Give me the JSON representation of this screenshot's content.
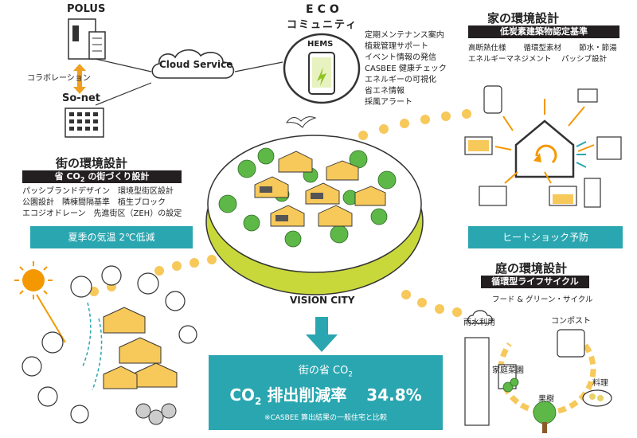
{
  "top": {
    "polus": "POLUS",
    "collab": "コラボレーション",
    "sonet": "So-net",
    "cloud": "Cloud Service",
    "eco_line1": "ECO",
    "eco_line2": "コミュニティ",
    "hems": "HEMS",
    "hems_features": [
      "定期メンテナンス案内",
      "植栽管理サポート",
      "イベント情報の発信",
      "CASBEE 健康チェック",
      "エネルギーの可視化",
      "省エネ情報",
      "採風アラート"
    ]
  },
  "town": {
    "title": "街の環境設計",
    "bar_prefix": "省 CO",
    "bar_sub": "2",
    "bar_suffix": " の街づくり設計",
    "lines": [
      "パッシブランドデザイン　環境型街区設計",
      "公園設計　隣棟間隔基準　植生ブロック",
      "エコジオドレーン　先進街区（ZEH）の設定"
    ],
    "button": "夏季の気温 2℃低減"
  },
  "city": {
    "label": "VISION CITY"
  },
  "result": {
    "line1_prefix": "街の省 CO",
    "line1_sub": "2",
    "line2_prefix": "CO",
    "line2_sub": "2",
    "line2_mid": " 排出削減率",
    "rate": "34.8%",
    "note": "※CASBEE 算出結果の一般住宅と比較"
  },
  "house": {
    "title": "家の環境設計",
    "bar": "低炭素建築物認定基準",
    "row1": [
      "高断熱仕様",
      "循環型素材",
      "節水・節湯"
    ],
    "row2": [
      "エネルギーマネジメント",
      "パッシブ設計"
    ],
    "button": "ヒートショック予防"
  },
  "garden": {
    "title": "庭の環境設計",
    "bar": "循環型ライフサイクル",
    "subtitle": "フード & グリーン・サイクル",
    "labels": {
      "rain": "雨水利用",
      "compost": "コンポスト",
      "garden": "家庭菜園",
      "cooking": "料理",
      "fruit": "果樹"
    }
  },
  "colors": {
    "teal": "#2aa6b0",
    "green": "#c8d83a",
    "tree": "#5db848",
    "orange": "#f0a020",
    "dot": "#f7c85a"
  }
}
